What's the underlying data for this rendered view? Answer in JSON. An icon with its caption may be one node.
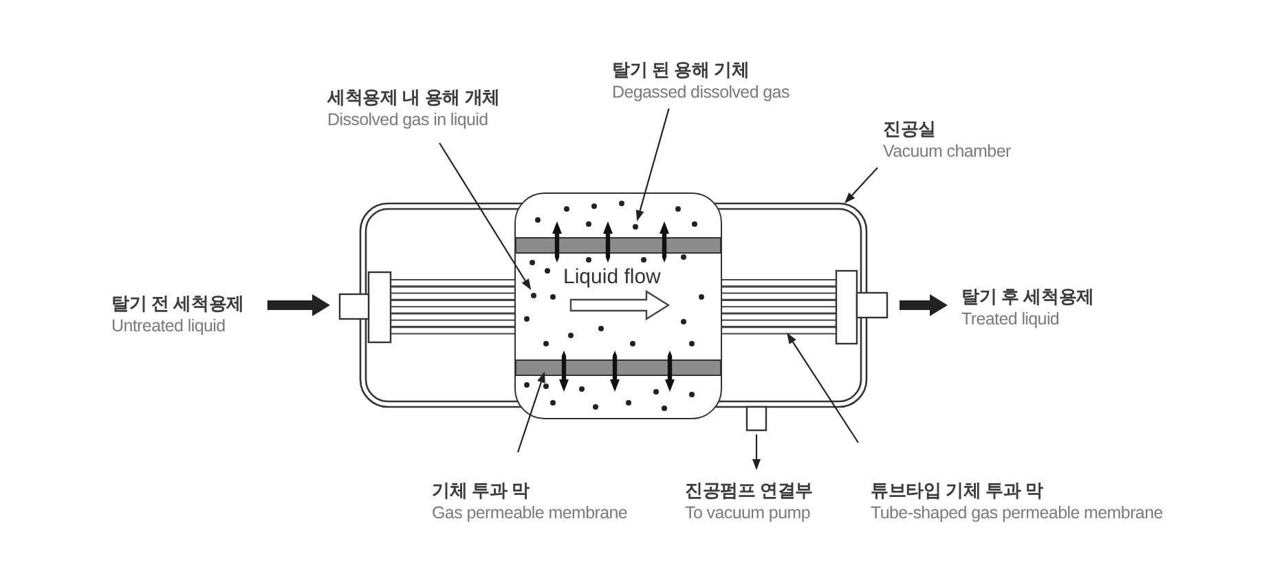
{
  "diagram": {
    "nodes": [
      {
        "text": [
          "탈기 된 용해 기체",
          "Degassed dissolved gas"
        ]
      },
      {
        "text": [
          "세척용제 내 용해 개체",
          "Dissolved gas in liquid"
        ]
      },
      {
        "text": [
          "진공실",
          "Vacuum chamber"
        ]
      },
      {
        "text": [
          "Liquid flow"
        ]
      },
      {
        "text": [
          "탈기 전 세척용제",
          "Untreated liquid"
        ]
      },
      {
        "text": [
          "탈기 후 세척용제",
          "Treated liquid"
        ]
      },
      {
        "text": [
          "기체 투과 막",
          "Gas permeable membrane"
        ]
      },
      {
        "text": [
          "진공펌프 연결부",
          "To vacuum pump"
        ]
      },
      {
        "text": [
          "튜브타입 기체 투과 막",
          "Tube-shaped gas permeable membrane"
        ]
      }
    ],
    "edges": [
      {
        "from": 0,
        "to": 3,
        "arrow": "to"
      },
      {
        "from": 1,
        "to": 3,
        "arrow": "to"
      },
      {
        "from": 2,
        "to": null,
        "arrow": "to"
      },
      {
        "from": 4,
        "to": null,
        "arrow": "to",
        "style": "thick"
      },
      {
        "from": null,
        "to": 5,
        "arrow": "to",
        "style": "thick"
      },
      {
        "from": 6,
        "to": 3,
        "arrow": "to"
      },
      {
        "from": null,
        "to": 7,
        "arrow": "to"
      },
      {
        "from": 8,
        "to": null,
        "arrow": "to"
      }
    ]
  }
}
